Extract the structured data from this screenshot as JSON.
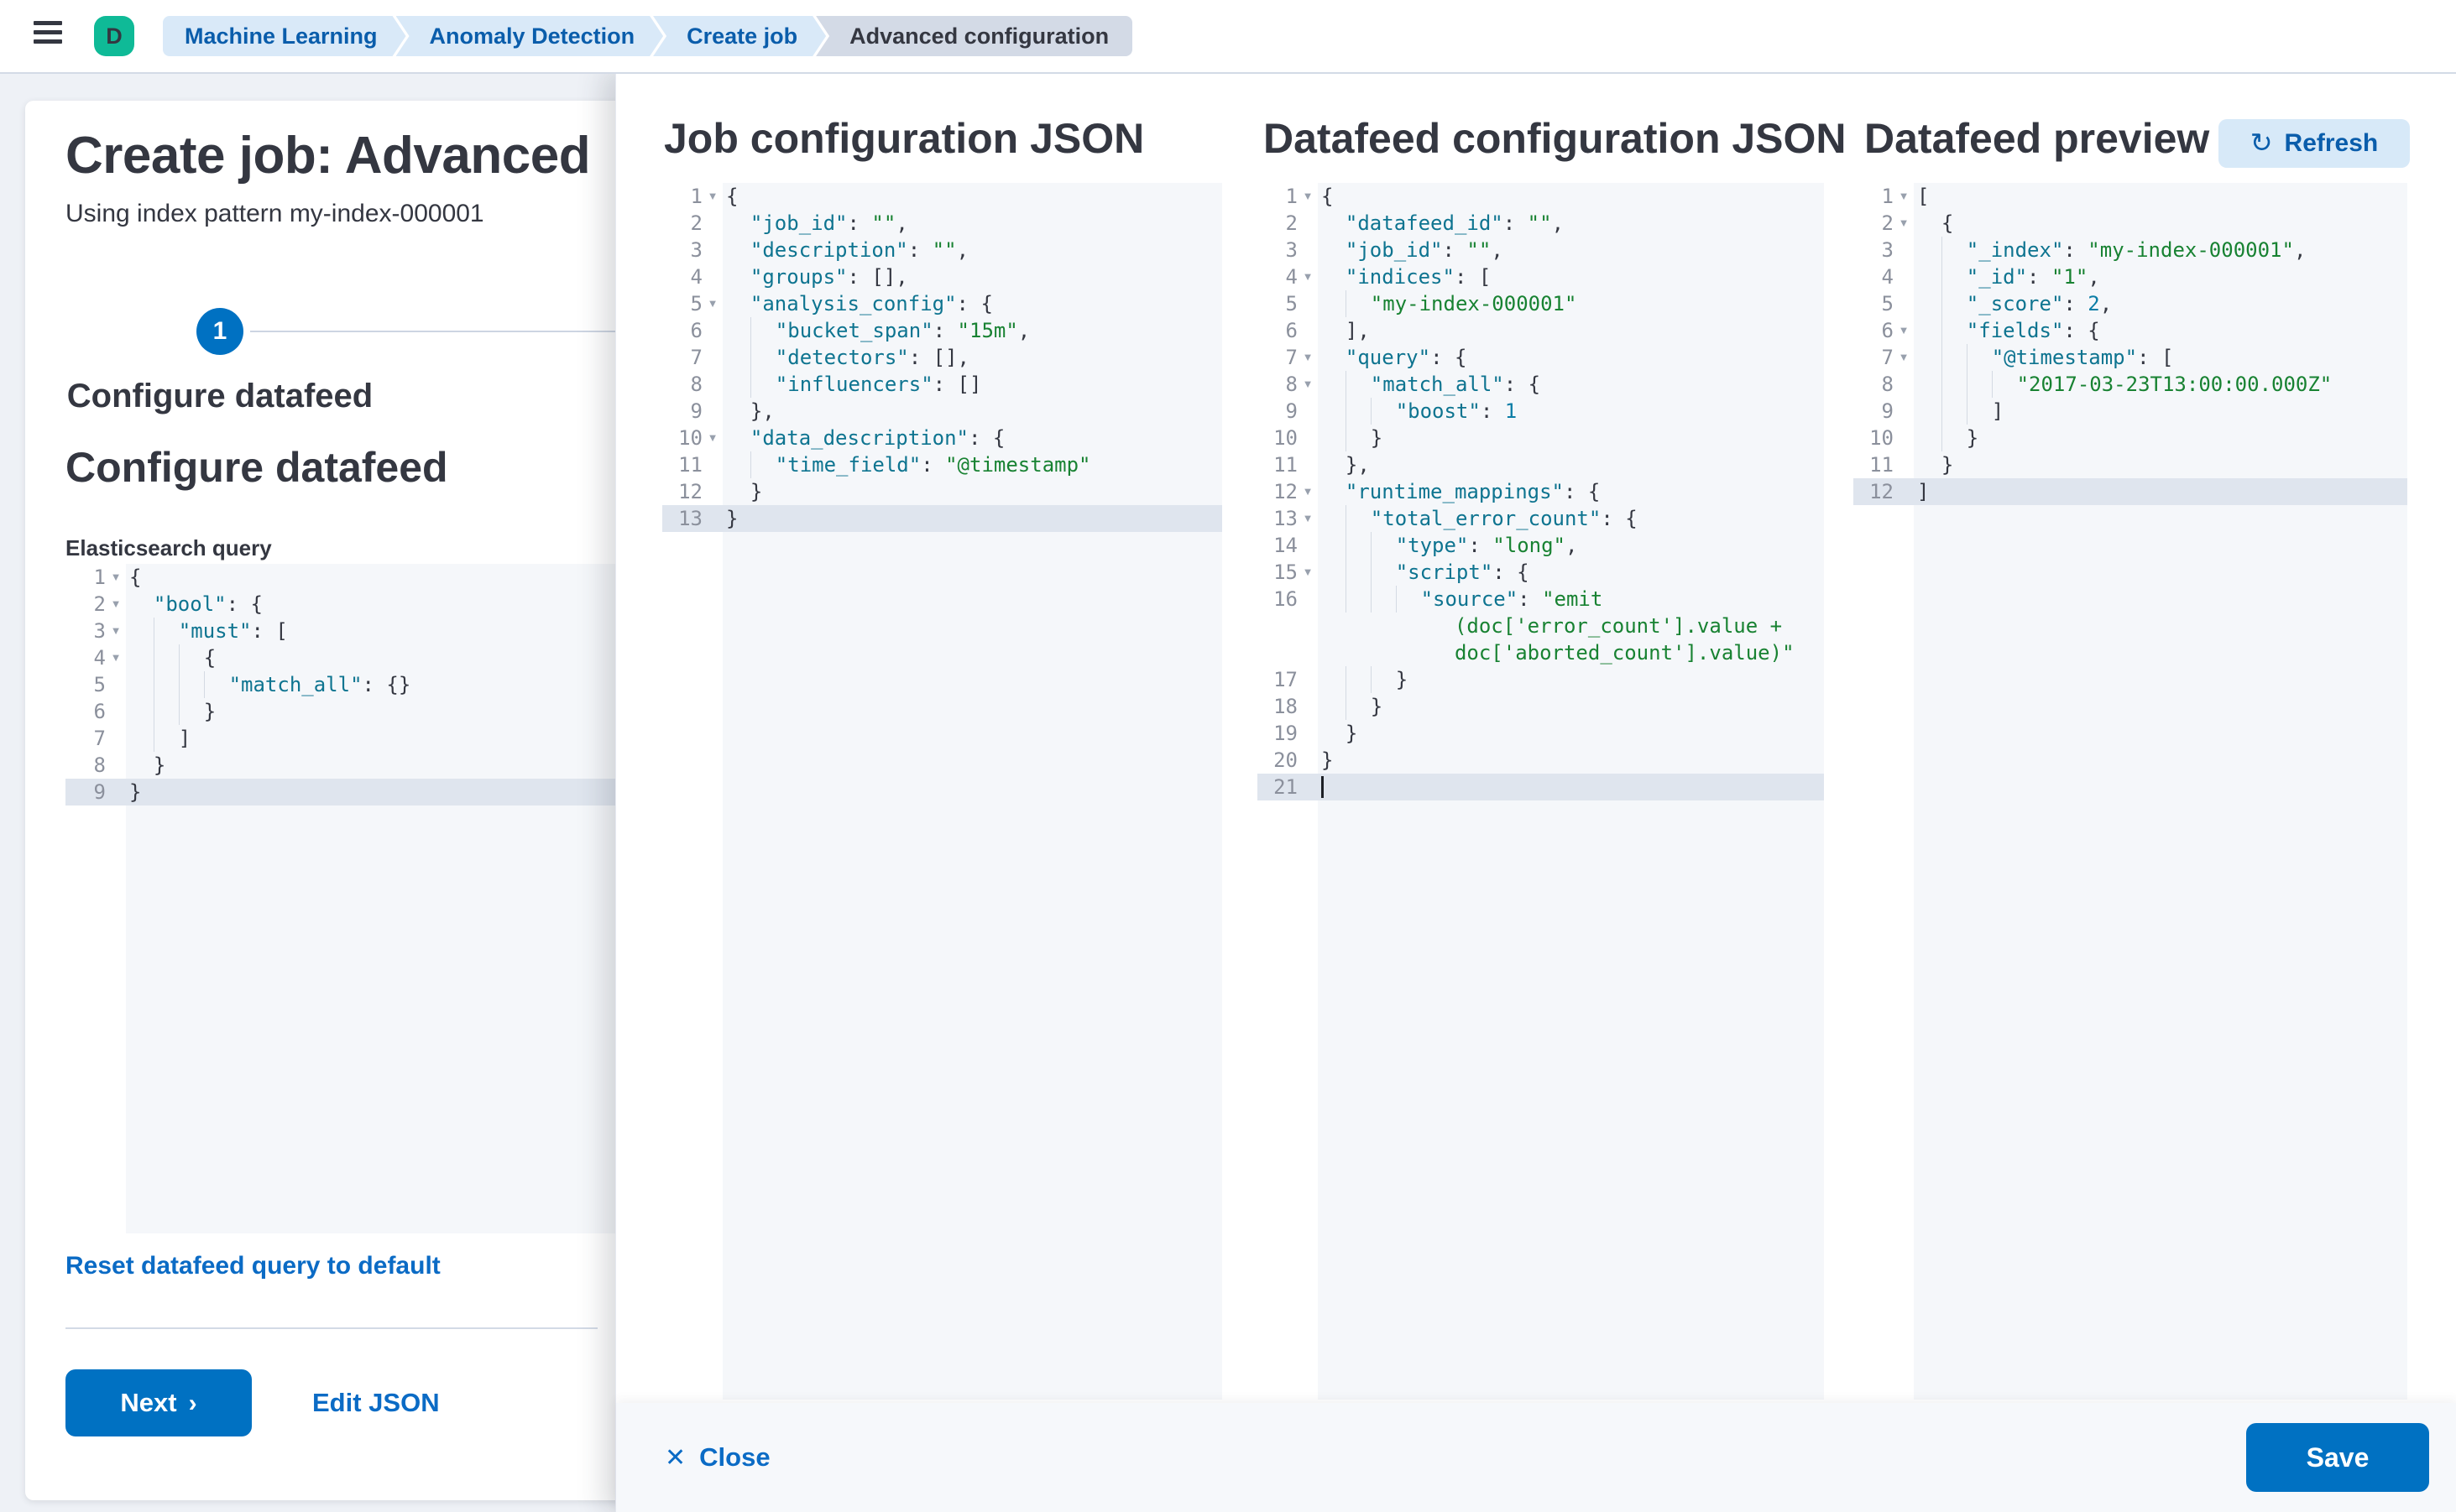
{
  "colors": {
    "primary": "#0071c2",
    "link": "#0b6bc5",
    "avatar": "#0fba97",
    "breadcrumb_bg": "#d9e9f8",
    "breadcrumb_active_bg": "#d3dae6",
    "editor_bg": "#f5f7fa",
    "editor_active_line": "#dfe5ee",
    "code_key": "#0e7490",
    "code_string": "#188232",
    "code_number": "#0b7da6"
  },
  "header": {
    "menu_icon": "hamburger",
    "avatar_initial": "D",
    "breadcrumbs": [
      {
        "label": "Machine Learning"
      },
      {
        "label": "Anomaly Detection"
      },
      {
        "label": "Create job"
      },
      {
        "label": "Advanced configuration"
      }
    ]
  },
  "wizard": {
    "title": "Create job: Advanced",
    "subtitle": "Using index pattern my-index-000001",
    "step_number": "1",
    "step_label": "Configure datafeed",
    "section_title": "Configure datafeed",
    "query_label": "Elasticsearch query",
    "reset_link": "Reset datafeed query to default",
    "next_label": "Next",
    "next_icon": "›",
    "edit_json_label": "Edit JSON"
  },
  "flyout": {
    "job_json_title": "Job configuration JSON",
    "datafeed_json_title": "Datafeed configuration JSON",
    "preview_title": "Datafeed preview",
    "refresh_label": "Refresh",
    "refresh_icon": "↻",
    "close_label": "Close",
    "close_icon": "✕",
    "save_label": "Save"
  },
  "editors": {
    "query": {
      "lines": [
        {
          "n": "1",
          "fold": true,
          "sp": 0,
          "segs": [
            [
              "{",
              "p"
            ]
          ]
        },
        {
          "n": "2",
          "fold": true,
          "sp": 1,
          "segs": [
            [
              "\"bool\"",
              "k"
            ],
            [
              ": {",
              "p"
            ]
          ]
        },
        {
          "n": "3",
          "fold": true,
          "sp": 2,
          "segs": [
            [
              "\"must\"",
              "k"
            ],
            [
              ": [",
              "p"
            ]
          ]
        },
        {
          "n": "4",
          "fold": true,
          "sp": 3,
          "segs": [
            [
              "{",
              "p"
            ]
          ]
        },
        {
          "n": "5",
          "sp": 4,
          "segs": [
            [
              "\"match_all\"",
              "k"
            ],
            [
              ": {}",
              "p"
            ]
          ]
        },
        {
          "n": "6",
          "sp": 3,
          "segs": [
            [
              "}",
              "p"
            ]
          ]
        },
        {
          "n": "7",
          "sp": 2,
          "segs": [
            [
              "]",
              "p"
            ]
          ]
        },
        {
          "n": "8",
          "sp": 1,
          "segs": [
            [
              "}",
              "p"
            ]
          ]
        },
        {
          "n": "9",
          "hl": true,
          "sp": 0,
          "segs": [
            [
              "}",
              "p"
            ]
          ]
        }
      ]
    },
    "job": {
      "lines": [
        {
          "n": "1",
          "fold": true,
          "sp": 0,
          "segs": [
            [
              "{",
              "p"
            ]
          ]
        },
        {
          "n": "2",
          "sp": 1,
          "segs": [
            [
              "\"job_id\"",
              "k"
            ],
            [
              ": ",
              "p"
            ],
            [
              "\"\"",
              "s"
            ],
            [
              ",",
              "p"
            ]
          ]
        },
        {
          "n": "3",
          "sp": 1,
          "segs": [
            [
              "\"description\"",
              "k"
            ],
            [
              ": ",
              "p"
            ],
            [
              "\"\"",
              "s"
            ],
            [
              ",",
              "p"
            ]
          ]
        },
        {
          "n": "4",
          "sp": 1,
          "segs": [
            [
              "\"groups\"",
              "k"
            ],
            [
              ": [],",
              "p"
            ]
          ]
        },
        {
          "n": "5",
          "fold": true,
          "sp": 1,
          "segs": [
            [
              "\"analysis_config\"",
              "k"
            ],
            [
              ": {",
              "p"
            ]
          ]
        },
        {
          "n": "6",
          "sp": 2,
          "segs": [
            [
              "\"bucket_span\"",
              "k"
            ],
            [
              ": ",
              "p"
            ],
            [
              "\"15m\"",
              "s"
            ],
            [
              ",",
              "p"
            ]
          ]
        },
        {
          "n": "7",
          "sp": 2,
          "segs": [
            [
              "\"detectors\"",
              "k"
            ],
            [
              ": [],",
              "p"
            ]
          ]
        },
        {
          "n": "8",
          "sp": 2,
          "segs": [
            [
              "\"influencers\"",
              "k"
            ],
            [
              ": []",
              "p"
            ]
          ]
        },
        {
          "n": "9",
          "sp": 1,
          "segs": [
            [
              "},",
              "p"
            ]
          ]
        },
        {
          "n": "10",
          "fold": true,
          "sp": 1,
          "segs": [
            [
              "\"data_description\"",
              "k"
            ],
            [
              ": {",
              "p"
            ]
          ]
        },
        {
          "n": "11",
          "sp": 2,
          "segs": [
            [
              "\"time_field\"",
              "k"
            ],
            [
              ": ",
              "p"
            ],
            [
              "\"@timestamp\"",
              "s"
            ]
          ]
        },
        {
          "n": "12",
          "sp": 1,
          "segs": [
            [
              "}",
              "p"
            ]
          ]
        },
        {
          "n": "13",
          "hl": true,
          "sp": 0,
          "segs": [
            [
              "}",
              "p"
            ]
          ]
        }
      ]
    },
    "datafeed": {
      "lines": [
        {
          "n": "1",
          "fold": true,
          "sp": 0,
          "segs": [
            [
              "{",
              "p"
            ]
          ]
        },
        {
          "n": "2",
          "sp": 1,
          "segs": [
            [
              "\"datafeed_id\"",
              "k"
            ],
            [
              ": ",
              "p"
            ],
            [
              "\"\"",
              "s"
            ],
            [
              ",",
              "p"
            ]
          ]
        },
        {
          "n": "3",
          "sp": 1,
          "segs": [
            [
              "\"job_id\"",
              "k"
            ],
            [
              ": ",
              "p"
            ],
            [
              "\"\"",
              "s"
            ],
            [
              ",",
              "p"
            ]
          ]
        },
        {
          "n": "4",
          "fold": true,
          "sp": 1,
          "segs": [
            [
              "\"indices\"",
              "k"
            ],
            [
              ": [",
              "p"
            ]
          ]
        },
        {
          "n": "5",
          "sp": 2,
          "segs": [
            [
              "\"my-index-000001\"",
              "s"
            ]
          ]
        },
        {
          "n": "6",
          "sp": 1,
          "segs": [
            [
              "],",
              "p"
            ]
          ]
        },
        {
          "n": "7",
          "fold": true,
          "sp": 1,
          "segs": [
            [
              "\"query\"",
              "k"
            ],
            [
              ": {",
              "p"
            ]
          ]
        },
        {
          "n": "8",
          "fold": true,
          "sp": 2,
          "segs": [
            [
              "\"match_all\"",
              "k"
            ],
            [
              ": {",
              "p"
            ]
          ]
        },
        {
          "n": "9",
          "sp": 3,
          "segs": [
            [
              "\"boost\"",
              "k"
            ],
            [
              ": ",
              "p"
            ],
            [
              "1",
              "n"
            ]
          ]
        },
        {
          "n": "10",
          "sp": 2,
          "segs": [
            [
              "}",
              "p"
            ]
          ]
        },
        {
          "n": "11",
          "sp": 1,
          "segs": [
            [
              "},",
              "p"
            ]
          ]
        },
        {
          "n": "12",
          "fold": true,
          "sp": 1,
          "segs": [
            [
              "\"runtime_mappings\"",
              "k"
            ],
            [
              ": {",
              "p"
            ]
          ]
        },
        {
          "n": "13",
          "fold": true,
          "sp": 2,
          "segs": [
            [
              "\"total_error_count\"",
              "k"
            ],
            [
              ": {",
              "p"
            ]
          ]
        },
        {
          "n": "14",
          "sp": 3,
          "segs": [
            [
              "\"type\"",
              "k"
            ],
            [
              ": ",
              "p"
            ],
            [
              "\"long\"",
              "s"
            ],
            [
              ",",
              "p"
            ]
          ]
        },
        {
          "n": "15",
          "fold": true,
          "sp": 3,
          "segs": [
            [
              "\"script\"",
              "k"
            ],
            [
              ": {",
              "p"
            ]
          ]
        },
        {
          "n": "16",
          "sp": 4,
          "segs": [
            [
              "\"source\"",
              "k"
            ],
            [
              ": ",
              "p"
            ],
            [
              "\"emit",
              "s"
            ]
          ],
          "cont": [
            [
              [
                "           (doc['error_count'].value +",
                "s"
              ]
            ],
            [
              [
                "           doc['aborted_count'].value)\"",
                "s"
              ]
            ]
          ]
        },
        {
          "n": "17",
          "sp": 3,
          "segs": [
            [
              "}",
              "p"
            ]
          ]
        },
        {
          "n": "18",
          "sp": 2,
          "segs": [
            [
              "}",
              "p"
            ]
          ]
        },
        {
          "n": "19",
          "sp": 1,
          "segs": [
            [
              "}",
              "p"
            ]
          ]
        },
        {
          "n": "20",
          "sp": 0,
          "segs": [
            [
              "}",
              "p"
            ]
          ]
        },
        {
          "n": "21",
          "hl": true,
          "cursor": true,
          "sp": 0,
          "segs": []
        }
      ]
    },
    "preview": {
      "lines": [
        {
          "n": "1",
          "fold": true,
          "sp": 0,
          "segs": [
            [
              "[",
              "p"
            ]
          ]
        },
        {
          "n": "2",
          "fold": true,
          "sp": 1,
          "segs": [
            [
              "{",
              "p"
            ]
          ]
        },
        {
          "n": "3",
          "sp": 2,
          "segs": [
            [
              "\"_index\"",
              "k"
            ],
            [
              ": ",
              "p"
            ],
            [
              "\"my-index-000001\"",
              "s"
            ],
            [
              ",",
              "p"
            ]
          ]
        },
        {
          "n": "4",
          "sp": 2,
          "segs": [
            [
              "\"_id\"",
              "k"
            ],
            [
              ": ",
              "p"
            ],
            [
              "\"1\"",
              "s"
            ],
            [
              ",",
              "p"
            ]
          ]
        },
        {
          "n": "5",
          "sp": 2,
          "segs": [
            [
              "\"_score\"",
              "k"
            ],
            [
              ": ",
              "p"
            ],
            [
              "2",
              "n"
            ],
            [
              ",",
              "p"
            ]
          ]
        },
        {
          "n": "6",
          "fold": true,
          "sp": 2,
          "segs": [
            [
              "\"fields\"",
              "k"
            ],
            [
              ": {",
              "p"
            ]
          ]
        },
        {
          "n": "7",
          "fold": true,
          "sp": 3,
          "segs": [
            [
              "\"@timestamp\"",
              "k"
            ],
            [
              ": [",
              "p"
            ]
          ]
        },
        {
          "n": "8",
          "sp": 4,
          "segs": [
            [
              "\"2017-03-23T13:00:00.000Z\"",
              "s"
            ]
          ]
        },
        {
          "n": "9",
          "sp": 3,
          "segs": [
            [
              "]",
              "p"
            ]
          ]
        },
        {
          "n": "10",
          "sp": 2,
          "segs": [
            [
              "}",
              "p"
            ]
          ]
        },
        {
          "n": "11",
          "sp": 1,
          "segs": [
            [
              "}",
              "p"
            ]
          ]
        },
        {
          "n": "12",
          "hl": true,
          "sp": 0,
          "segs": [
            [
              "]",
              "p"
            ]
          ]
        }
      ]
    }
  }
}
